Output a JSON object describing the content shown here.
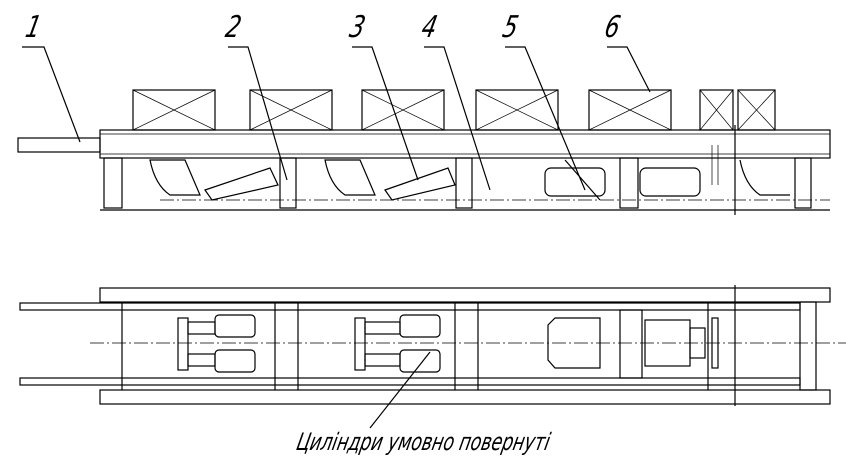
{
  "callouts": [
    "1",
    "2",
    "3",
    "4",
    "5",
    "6"
  ],
  "caption": "Циліндри умовно повернуті"
}
